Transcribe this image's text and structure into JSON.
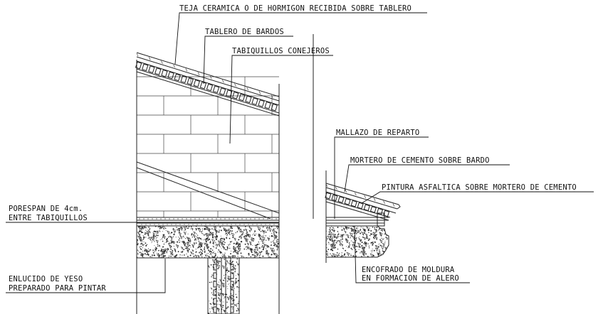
{
  "labels": {
    "teja": "TEJA CERAMICA O DE HORMIGON RECIBIDA SOBRE TABLERO",
    "tablero": "TABLERO DE BARDOS",
    "tabiquillos": "TABIQUILLOS CONEJEROS",
    "mallazo": "MALLAZO DE REPARTO",
    "mortero": "MORTERO DE CEMENTO SOBRE BARDO",
    "pintura": "PINTURA ASFALTICA SOBRE MORTERO DE CEMENTO",
    "porespan_1": "PORESPAN DE 4cm.",
    "porespan_2": "ENTRE TABIQUILLOS",
    "enlucido_1": "ENLUCIDO DE YESO",
    "enlucido_2": "PREPARADO PARA PINTAR",
    "encofrado_1": "ENCOFRADO DE MOLDURA",
    "encofrado_2": "EN FORMACION DE ALERO"
  },
  "colors": {
    "line": "#222222",
    "background": "#ffffff"
  }
}
